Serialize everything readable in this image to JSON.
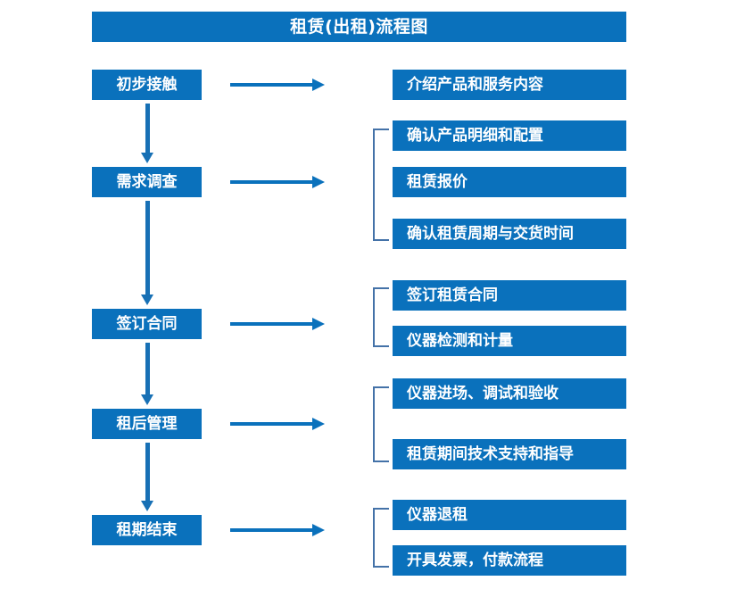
{
  "diagram": {
    "title": "租赁(出租)流程图",
    "colors": {
      "box_fill": "#0A71BC",
      "box_text": "#FFFFFF",
      "arrow": "#0A71BC",
      "vertical_arrow": "#1770B5",
      "bracket": "#4472A8",
      "background": "#FFFFFF"
    },
    "stages": [
      {
        "label": "初步接触"
      },
      {
        "label": "需求调查"
      },
      {
        "label": "签订合同"
      },
      {
        "label": "租后管理"
      },
      {
        "label": "租期结束"
      }
    ],
    "groups": [
      {
        "stage": "初步接触",
        "has_bracket": false,
        "items": [
          {
            "label": "介绍产品和服务内容"
          }
        ]
      },
      {
        "stage": "需求调查",
        "has_bracket": true,
        "items": [
          {
            "label": "确认产品明细和配置"
          },
          {
            "label": "租赁报价"
          },
          {
            "label": "确认租赁周期与交货时间"
          }
        ]
      },
      {
        "stage": "签订合同",
        "has_bracket": true,
        "items": [
          {
            "label": "签订租赁合同"
          },
          {
            "label": "仪器检测和计量"
          }
        ]
      },
      {
        "stage": "租后管理",
        "has_bracket": true,
        "items": [
          {
            "label": "仪器进场、调试和验收"
          },
          {
            "label": "租赁期间技术支持和指导"
          }
        ]
      },
      {
        "stage": "租期结束",
        "has_bracket": true,
        "items": [
          {
            "label": "仪器退租"
          },
          {
            "label": "开具发票，付款流程"
          }
        ]
      }
    ]
  }
}
